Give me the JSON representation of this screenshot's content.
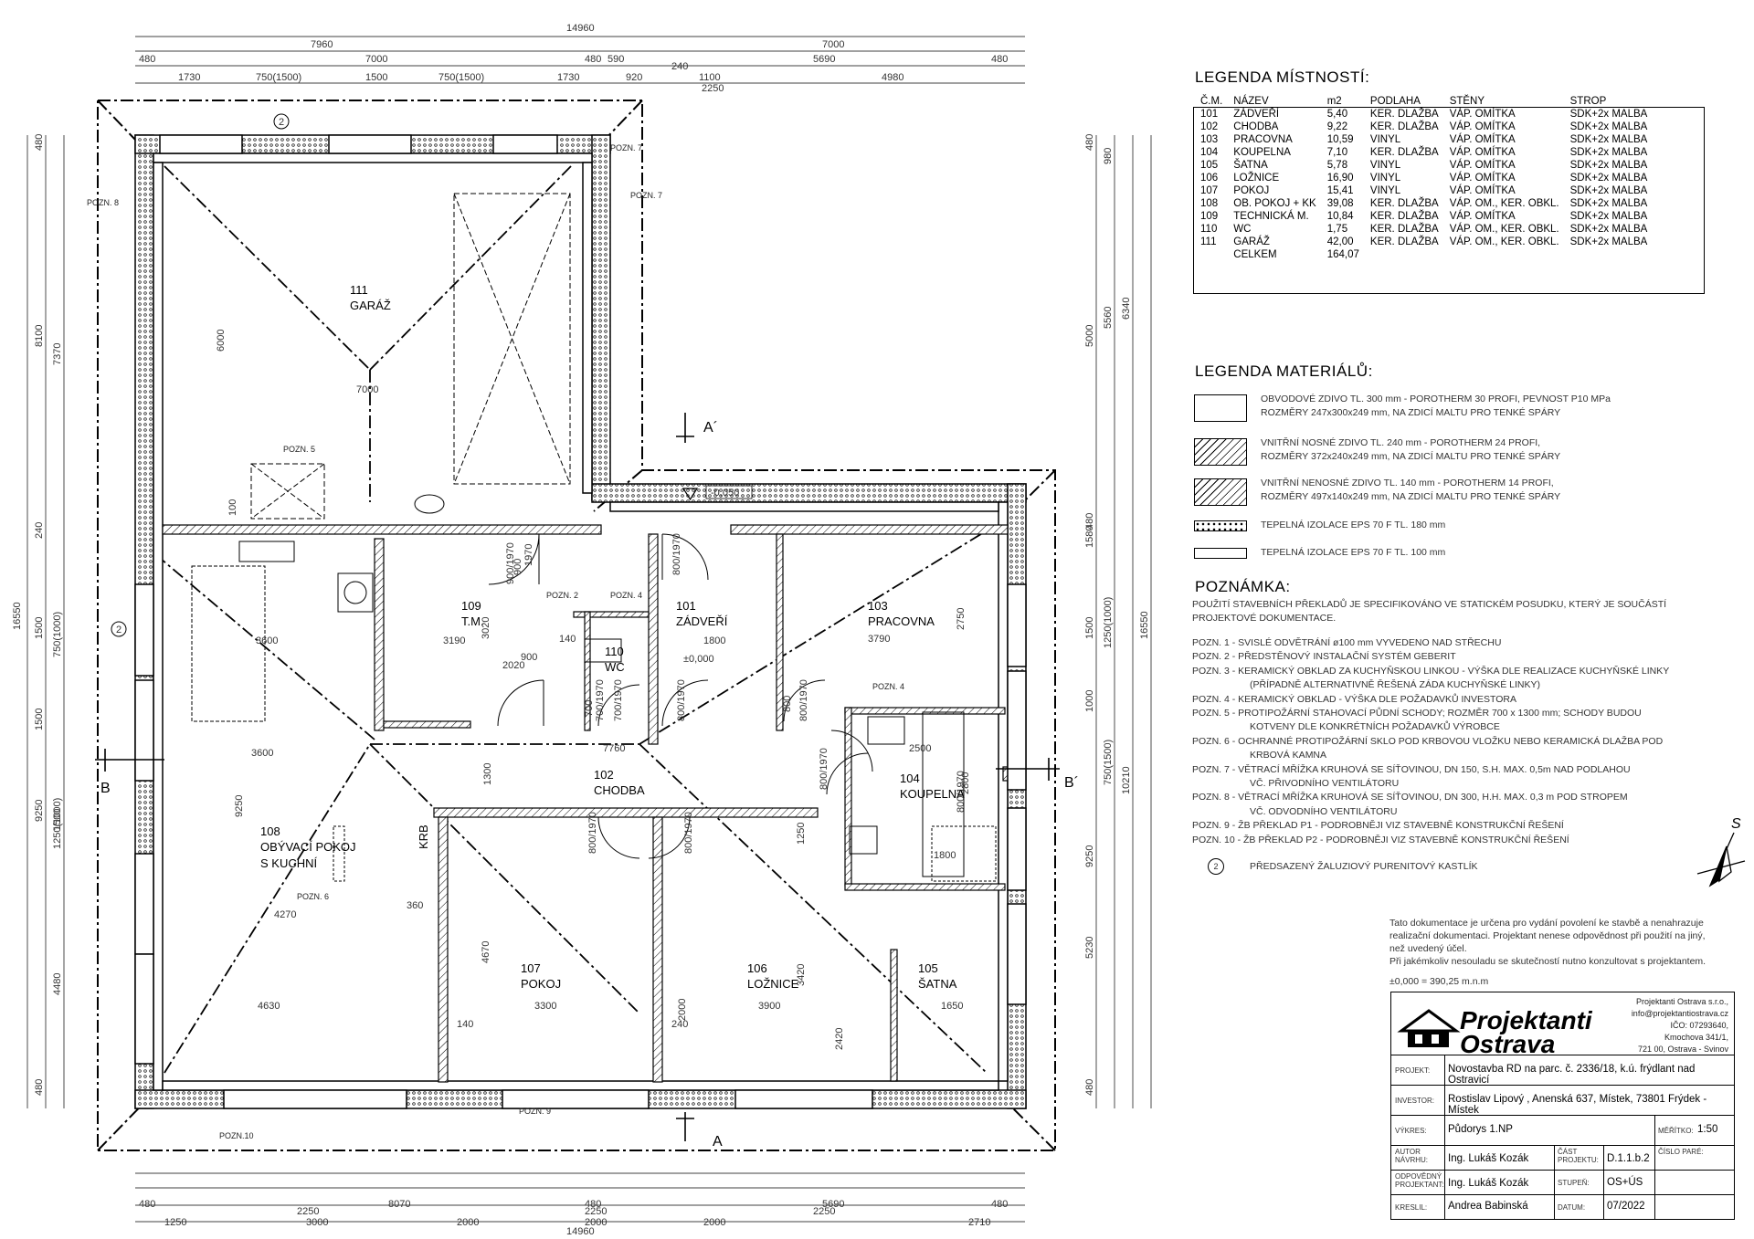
{
  "drawing": {
    "dims_top": {
      "overall": "14960",
      "row2": [
        "7960",
        "7000"
      ],
      "row3": [
        "480",
        "7000",
        "480",
        "590",
        "5690",
        "480"
      ],
      "row3b": [
        "240"
      ],
      "row4": [
        "1730",
        "750(1500)",
        "1500",
        "750(1500)",
        "1730",
        "920",
        "1100",
        "4980"
      ],
      "row4b": [
        "2250"
      ]
    },
    "dims_bottom": {
      "row1": [
        "1250",
        "3000",
        "2000",
        "2000",
        "2000",
        "2710"
      ],
      "row2": [
        "2250",
        "2250",
        "2250"
      ],
      "row3": [
        "480",
        "8070",
        "480",
        "5690",
        "480"
      ],
      "overall": "14960"
    },
    "dims_left": [
      "480",
      "8100",
      "7370",
      "240",
      "1500",
      "750(1000)",
      "1500",
      "16550",
      "9250",
      "1500",
      "1250(1000)",
      "4480",
      "480"
    ],
    "dims_right": [
      "480",
      "980",
      "5000",
      "5560",
      "6340",
      "480",
      "1580",
      "1500",
      "1250(1000)",
      "1000",
      "16550",
      "750(1500)",
      "10210",
      "9250",
      "5230",
      "480"
    ],
    "interior_dims": [
      "6000",
      "7000",
      "3600",
      "3190",
      "3020",
      "2020",
      "900",
      "140",
      "1800",
      "3790",
      "2750",
      "3600",
      "7760",
      "2500",
      "1800",
      "9250",
      "4270",
      "360",
      "4630",
      "4670",
      "3300",
      "3900",
      "3420",
      "1650",
      "2420",
      "140",
      "240",
      "100",
      "900",
      "1970",
      "700",
      "800",
      "1300",
      "1250",
      "2800",
      "2000"
    ],
    "door_labels": [
      "900/1970",
      "800/1970",
      "700/1970",
      "700/1970",
      "800/1970",
      "800/1970",
      "800/1970",
      "800/1970",
      "800/1970",
      "800/1970"
    ],
    "rooms": [
      {
        "num": "111",
        "name": "GARÁŽ"
      },
      {
        "num": "109",
        "name": "T.M."
      },
      {
        "num": "110",
        "name": "WC"
      },
      {
        "num": "101",
        "name": "ZÁDVEŘÍ"
      },
      {
        "num": "103",
        "name": "PRACOVNA"
      },
      {
        "num": "102",
        "name": "CHODBA"
      },
      {
        "num": "104",
        "name": "KOUPELNA"
      },
      {
        "num": "108",
        "name": "OBÝVACÍ POKOJ"
      },
      {
        "num": "",
        "name": "S KUCHNÍ"
      },
      {
        "num": "107",
        "name": "POKOJ"
      },
      {
        "num": "106",
        "name": "LOŽNICE"
      },
      {
        "num": "105",
        "name": "ŠATNA"
      }
    ],
    "pozn_tags": [
      "POZN. 8",
      "POZN. 7",
      "POZN. 7",
      "POZN. 5",
      "POZN. 2",
      "POZN. 4",
      "POZN. 4",
      "POZN. 6",
      "POZN.10",
      "POZN. 9"
    ],
    "levels": [
      "-0,050",
      "±0,000"
    ],
    "section_marks": [
      "A´",
      "A",
      "B",
      "B´"
    ],
    "kastlik_marker": "2",
    "krb_label": "KRB",
    "north_label": "S"
  },
  "room_legend": {
    "title": "LEGENDA MÍSTNOSTÍ:",
    "headers": [
      "Č.M.",
      "NÁZEV",
      "m2",
      "PODLAHA",
      "STĚNY",
      "STROP"
    ],
    "rows": [
      [
        "101",
        "ZÁDVEŘÍ",
        "5,40",
        "KER. DLAŽBA",
        "VÁP. OMÍTKA",
        "SDK+2x MALBA"
      ],
      [
        "102",
        "CHODBA",
        "9,22",
        "KER. DLAŽBA",
        "VÁP. OMÍTKA",
        "SDK+2x MALBA"
      ],
      [
        "103",
        "PRACOVNA",
        "10,59",
        "VINYL",
        "VÁP. OMÍTKA",
        "SDK+2x MALBA"
      ],
      [
        "104",
        "KOUPELNA",
        "7,10",
        "KER. DLAŽBA",
        "VÁP. OMÍTKA",
        "SDK+2x MALBA"
      ],
      [
        "105",
        "ŠATNA",
        "5,78",
        "VINYL",
        "VÁP. OMÍTKA",
        "SDK+2x MALBA"
      ],
      [
        "106",
        "LOŽNICE",
        "16,90",
        "VINYL",
        "VÁP. OMÍTKA",
        "SDK+2x MALBA"
      ],
      [
        "107",
        "POKOJ",
        "15,41",
        "VINYL",
        "VÁP. OMÍTKA",
        "SDK+2x MALBA"
      ],
      [
        "108",
        "OB. POKOJ + KK",
        "39,08",
        "KER. DLAŽBA",
        "VÁP. OM., KER. OBKL.",
        "SDK+2x MALBA"
      ],
      [
        "109",
        "TECHNICKÁ M.",
        "10,84",
        "KER. DLAŽBA",
        "VÁP. OMÍTKA",
        "SDK+2x MALBA"
      ],
      [
        "110",
        "WC",
        "1,75",
        "KER. DLAŽBA",
        "VÁP. OM., KER. OBKL.",
        "SDK+2x MALBA"
      ],
      [
        "111",
        "GARÁŽ",
        "42,00",
        "KER. DLAŽBA",
        "VÁP. OM., KER. OBKL.",
        "SDK+2x MALBA"
      ]
    ],
    "total_label": "CELKEM",
    "total_value": "164,07"
  },
  "material_legend": {
    "title": "LEGENDA MATERIÁLŮ:",
    "items": [
      {
        "line1": "OBVODOVÉ ZDIVO TL. 300 mm - POROTHERM 30 PROFI, PEVNOST P10 MPa",
        "line2": "ROZMĚRY 247x300x249 mm, NA ZDICÍ MALTU PRO TENKÉ SPÁRY"
      },
      {
        "line1": "VNITŘNÍ NOSNÉ ZDIVO TL. 240 mm - POROTHERM 24 PROFI,",
        "line2": "ROZMĚRY 372x240x249 mm, NA ZDICÍ MALTU PRO TENKÉ SPÁRY"
      },
      {
        "line1": "VNITŘNÍ NENOSNÉ ZDIVO TL. 140 mm - POROTHERM 14 PROFI,",
        "line2": "ROZMĚRY 497x140x249 mm, NA ZDICÍ MALTU PRO TENKÉ SPÁRY"
      },
      {
        "line1": "TEPELNÁ IZOLACE EPS 70 F TL. 180 mm",
        "line2": ""
      },
      {
        "line1": "TEPELNÁ IZOLACE EPS 70 F TL. 100 mm",
        "line2": ""
      }
    ]
  },
  "notes": {
    "title": "POZNÁMKA:",
    "intro": [
      "POUŽITÍ STAVEBNÍCH PŘEKLADŮ JE SPECIFIKOVÁNO VE STATICKÉM POSUDKU, KTERÝ JE SOUČÁSTÍ",
      "PROJEKTOVÉ DOKUMENTACE."
    ],
    "items": [
      "POZN. 1 - SVISLÉ ODVĚTRÁNÍ ø100 mm VYVEDENO NAD STŘECHU",
      "POZN. 2 - PŘEDSTĚNOVÝ INSTALAČNÍ SYSTÉM GEBERIT",
      "POZN. 3 - KERAMICKÝ OBKLAD ZA KUCHYŇSKOU LINKOU - VÝŠKA DLE REALIZACE KUCHYŇSKÉ LINKY",
      "(PŘÍPADNĚ ALTERNATIVNĚ ŘEŠENÁ ZÁDA KUCHYŇSKÉ LINKY)",
      "POZN. 4 - KERAMICKÝ OBKLAD - VÝŠKA DLE POŽADAVKŮ INVESTORA",
      "POZN. 5 - PROTIPOŽÁRNÍ STAHOVACÍ PŮDNÍ SCHODY; ROZMĚR 700 x 1300 mm; SCHODY BUDOU",
      "KOTVENY DLE KONKRÉTNÍCH POŽADAVKŮ VÝROBCE",
      "POZN. 6 - OCHRANNÉ PROTIPOŽÁRNÍ SKLO POD KRBOVOU VLOŽKU NEBO  KERAMICKÁ DLAŽBA POD",
      "KRBOVÁ KAMNA",
      "POZN. 7 - VĚTRACÍ MŘÍŽKA KRUHOVÁ SE SÍŤOVINOU, DN 150, S.H. MAX. 0,5m NAD PODLAHOU",
      "VČ. PŘIVODNÍHO VENTILÁTORU",
      "POZN. 8 - VĚTRACÍ MŘÍŽKA KRUHOVÁ SE SÍŤOVINOU, DN 300, H.H. MAX. 0,3 m POD STROPEM",
      "VČ. ODVODNÍHO VENTILÁTORU",
      "POZN. 9 - ŽB PŘEKLAD P1 - PODROBNĚJI VIZ STAVEBNĚ KONSTRUKČNÍ ŘEŠENÍ",
      "POZN. 10 - ŽB PŘEKLAD P2 - PODROBNĚJI VIZ STAVEBNĚ KONSTRUKČNÍ ŘEŠENÍ"
    ],
    "kastlik_marker": "2",
    "kastlik": "PŘEDSAZENÝ ŽALUZIOVÝ PURENITOVÝ KASTLÍK"
  },
  "disclaimer": {
    "lines": [
      "Tato dokumentace je určena pro vydání povolení ke stavbě a nenahrazuje",
      "realizační dokumentaci. Projektant nenese odpovědnost při použití na jiný,",
      "než uvedený účel.",
      "Při jakémkoliv nesouladu se skutečností nutno konzultovat s projektantem."
    ],
    "datum": "±0,000 = 390,25 m.n.m"
  },
  "title_block": {
    "logo_line1": "Projektanti",
    "logo_line2": "Ostrava",
    "company": [
      "Projektanti Ostrava s.r.o.,",
      "info@projektantiostrava.cz",
      "IČO: 07293640,",
      "Kmochova 341/1,",
      "721 00, Ostrava - Svinov"
    ],
    "projekt_label": "PROJEKT:",
    "projekt": "Novostavba RD na parc. č. 2336/18, k.ú. frýdlant nad Ostravicí",
    "investor_label": "INVESTOR:",
    "investor": "Rostislav Lipový , Anenská 637, Místek, 73801 Frýdek - Místek",
    "vykres_label": "VÝKRES:",
    "vykres": "Půdorys 1.NP",
    "meritko_label": "MĚŘÍTKO:",
    "meritko": "1:50",
    "autor_label": "AUTOR NÁVRHU:",
    "autor": "Ing. Lukáš Kozák",
    "cast_label": "ČÁST PROJEKTU:",
    "cast": "D.1.1.b.2",
    "cislo_label": "ČÍSLO PARÉ:",
    "odp_label": "ODPOVĚDNÝ PROJEKTANT:",
    "odp": "Ing. Lukáš Kozák",
    "stupen_label": "STUPEŇ:",
    "stupen": "OS+ÚS",
    "kreslil_label": "KRESLIL:",
    "kreslil": "Andrea Babinská",
    "datum_label": "DATUM:",
    "datum": "07/2022"
  }
}
